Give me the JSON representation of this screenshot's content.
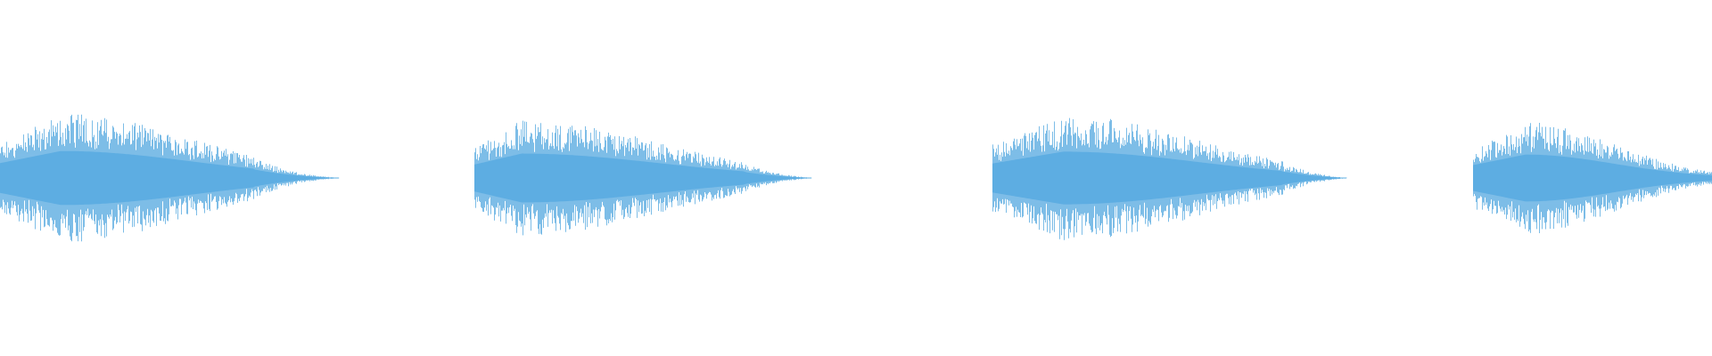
{
  "waveform": {
    "color": "#5dade2",
    "background": "#ffffff",
    "bursts": [
      {
        "label": "",
        "attack": 0.18,
        "peak_amplitude": 0.84,
        "decay_shape": "exponential",
        "tail_fraction": 0.25
      },
      {
        "label": "",
        "attack": 0.14,
        "peak_amplitude": 0.76,
        "decay_shape": "exponential",
        "tail_fraction": 0.2
      },
      {
        "label": "",
        "attack": 0.2,
        "peak_amplitude": 0.82,
        "decay_shape": "exponential",
        "tail_fraction": 0.18
      },
      {
        "label": "",
        "attack": 0.22,
        "peak_amplitude": 0.73,
        "decay_shape": "exponential",
        "tail_fraction": 0.0
      }
    ]
  }
}
